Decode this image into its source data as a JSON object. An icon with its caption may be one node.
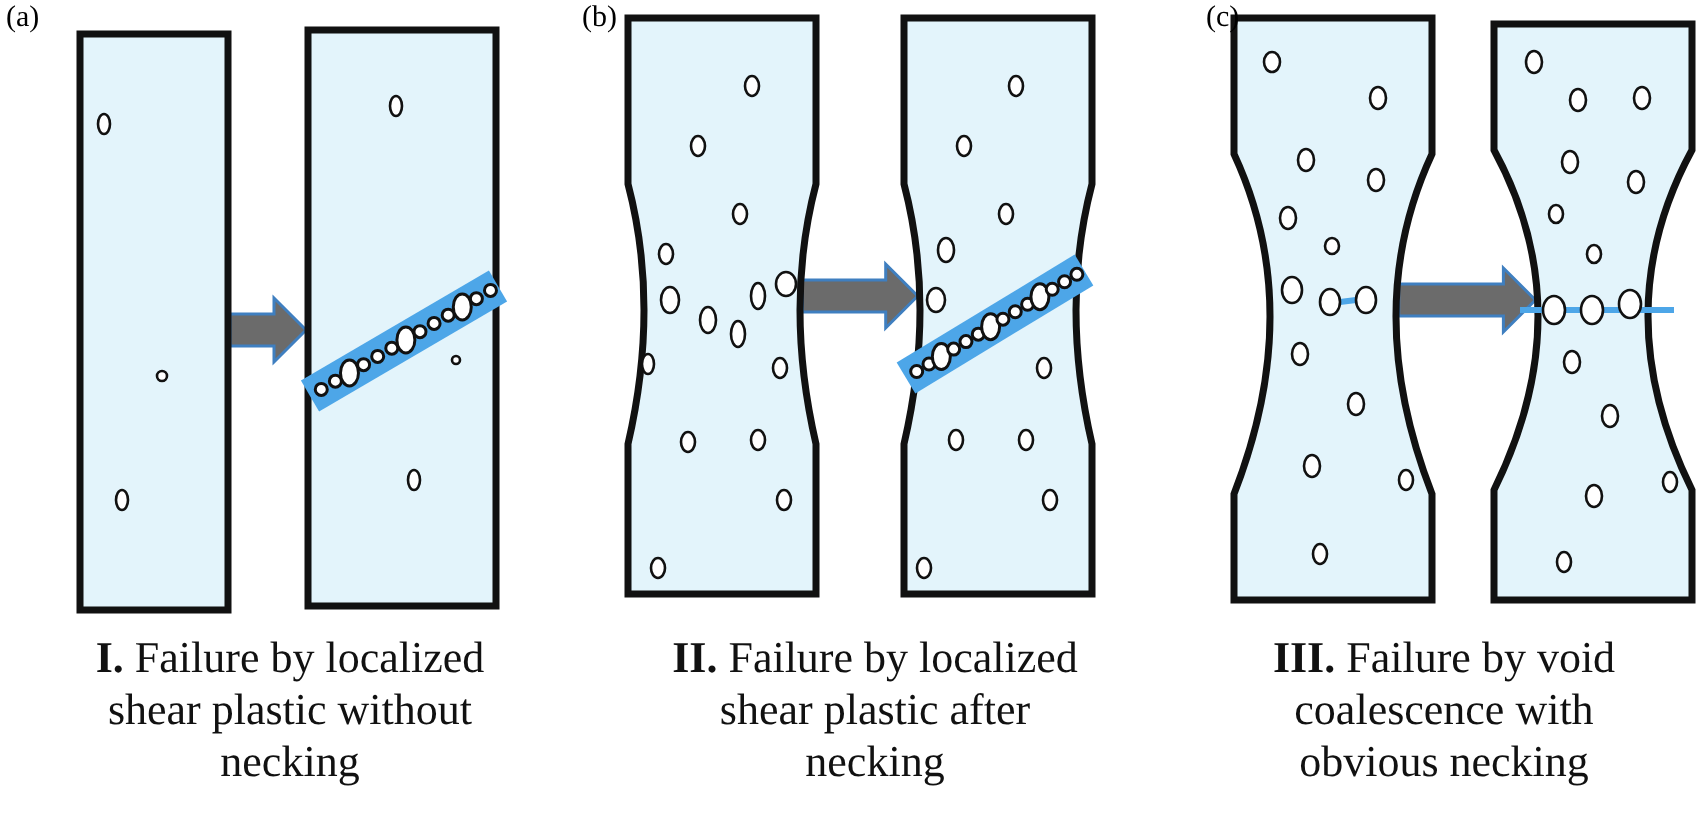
{
  "diagram": {
    "nodes": [
      {
        "text": [],
        "shape": "picture"
      },
      {
        "text": [],
        "shape": "picture"
      },
      {
        "text": [],
        "shape": "picture"
      },
      {
        "text": [],
        "shape": "picture"
      },
      {
        "text": [],
        "shape": "picture"
      },
      {
        "text": [],
        "shape": "picture"
      }
    ],
    "edges": [
      {
        "from": 0,
        "to": 1,
        "arrow": "to"
      },
      {
        "from": 2,
        "to": 3,
        "arrow": "to"
      },
      {
        "from": 4,
        "to": 5,
        "arrow": "to"
      }
    ],
    "labels": [
      "(a)",
      "(b)",
      "(c)",
      "**I.** Failure by localized shear plastic without necking",
      "**II.** Failure by localized shear plastic after necking",
      "**III.** Failure by void coalescence with obvious necking"
    ]
  }
}
